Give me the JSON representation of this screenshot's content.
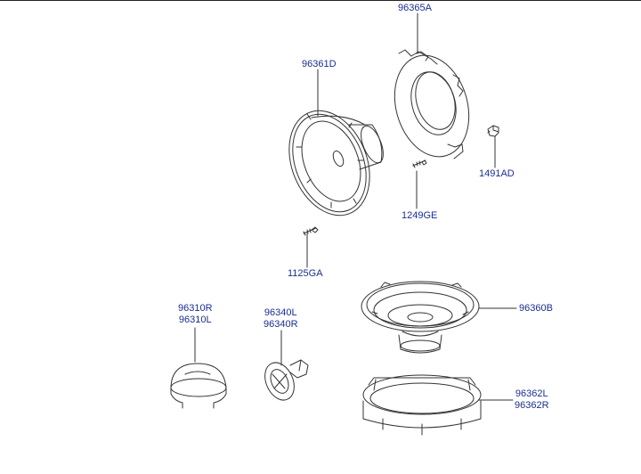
{
  "labels": {
    "part_96365A": "96365A",
    "part_96361D": "96361D",
    "part_1491AD": "1491AD",
    "part_1249GE": "1249GE",
    "part_1125GA": "1125GA",
    "part_96310R": "96310R",
    "part_96310L": "96310L",
    "part_96340L": "96340L",
    "part_96340R": "96340R",
    "part_96360B": "96360B",
    "part_96362L": "96362L",
    "part_96362R": "96362R"
  },
  "colors": {
    "label_text": "#1a2f8f",
    "line_art": "#333333",
    "background": "#ffffff"
  }
}
